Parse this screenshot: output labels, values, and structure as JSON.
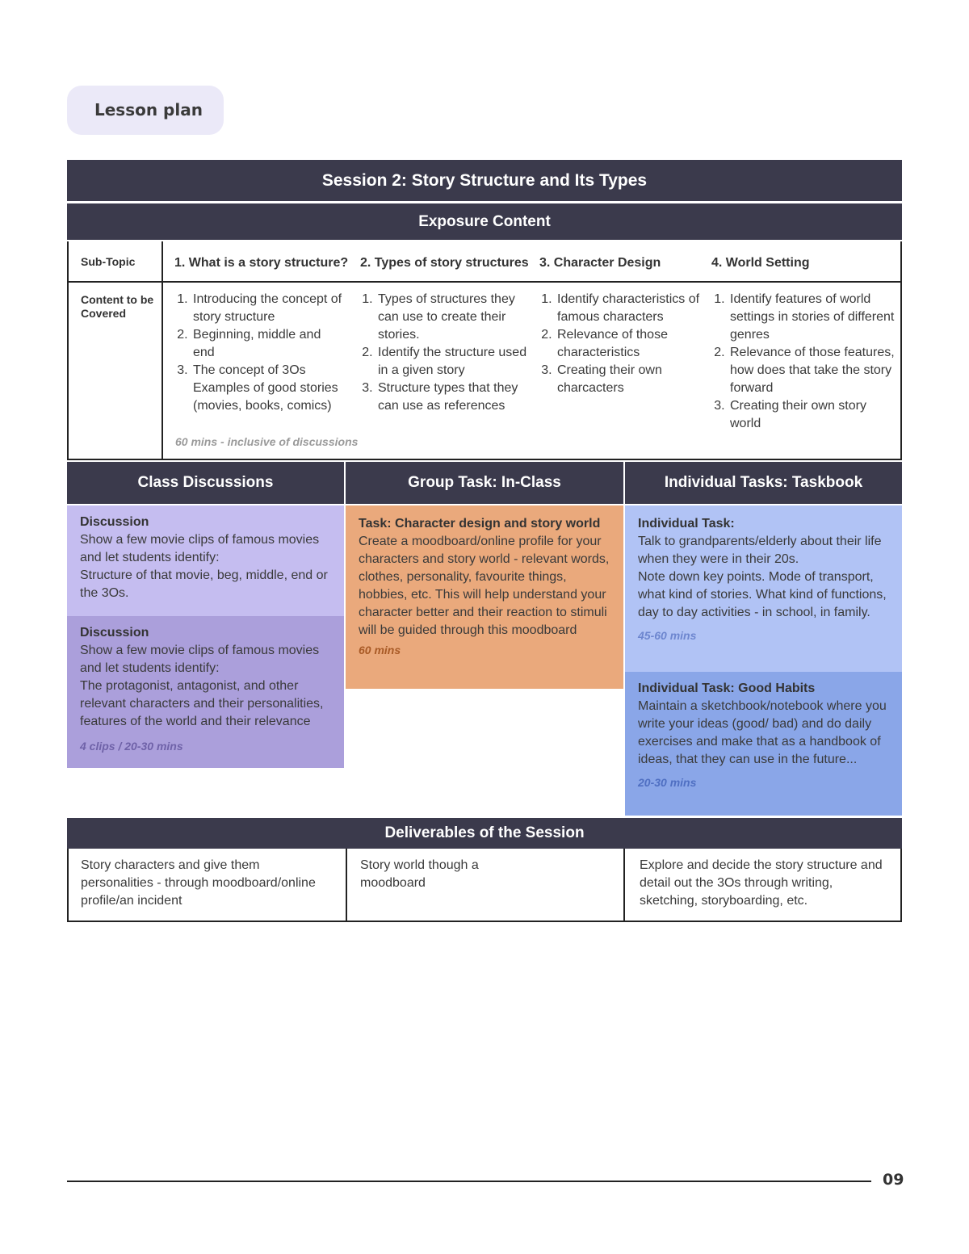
{
  "header": {
    "badge": "Lesson plan"
  },
  "session": {
    "title": "Session 2: Story Structure and Its Types"
  },
  "exposure": {
    "title": "Exposure Content",
    "subtopic_label": "Sub-Topic",
    "content_label": "Content to be Covered",
    "subtopics": [
      {
        "title": "1. What is a story structure?",
        "items": [
          "Introducing the concept of story structure",
          "Beginning, middle and end",
          "The concept of 3Os Examples of good stories (movies, books, comics)"
        ]
      },
      {
        "title": "2. Types of story structures",
        "items": [
          "Types of structures they can use to create their stories.",
          "Identify the structure used in a given story",
          "Structure types that they can use as references"
        ]
      },
      {
        "title": "3. Character Design",
        "items": [
          "Identify characteristics of famous characters",
          "Relevance of those characteristics",
          "Creating their own charcacters"
        ]
      },
      {
        "title": "4. World Setting",
        "items": [
          "Identify features of world settings in stories of different genres",
          "Relevance of those features, how does that take the story forward",
          "Creating their own story world"
        ]
      }
    ],
    "note": "60 mins - inclusive of discussions"
  },
  "columns": {
    "class_discussions": {
      "title": "Class Discussions",
      "boxes": [
        {
          "title": "Discussion",
          "body": "Show a few movie clips of famous movies and let students identify:",
          "body2": "Structure of that movie, beg, middle, end or the 3Os.",
          "note": ""
        },
        {
          "title": "Discussion",
          "body": "Show a few movie clips of famous movies and let students identify:",
          "body2": "The protagonist, antagonist, and other relevant characters and their personalities, features of the world and their relevance",
          "note": "4 clips / 20-30 mins"
        }
      ]
    },
    "group_task": {
      "title": "Group Task: In-Class",
      "box": {
        "title": "Task: Character design and story world",
        "body": "Create a moodboard/online profile for your characters and story world - relevant words, clothes, personality, favourite things, hobbies, etc. This will help understand your character better and their reaction to stimuli will be guided through this moodboard",
        "note": "60 mins"
      }
    },
    "individual_tasks": {
      "title": "Individual Tasks: Taskbook",
      "boxes": [
        {
          "title": "Individual Task:",
          "body": "Talk to grandparents/elderly about their life when they were in their 20s.",
          "body2": "Note down key points. Mode of transport, what kind of stories. What kind of functions, day to day activities - in school, in family.",
          "note": "45-60 mins"
        },
        {
          "title": "Individual Task: Good Habits",
          "body": "Maintain a sketchbook/notebook where you write your ideas (good/ bad) and do daily exercises and make that as a handbook of ideas, that they can use in the future...",
          "note": "20-30 mins"
        }
      ]
    }
  },
  "deliverables": {
    "title": "Deliverables of the Session",
    "items": [
      "Story characters and give them personalities - through moodboard/online profile/an incident",
      "Story world though a moodboard",
      "Explore and decide the story structure and detail out the 3Os through writing, sketching, storyboarding, etc."
    ]
  },
  "footer": {
    "page_number": "09"
  },
  "colors": {
    "dark_bar": "#3b3a4c",
    "purple_light": "#c5bdf0",
    "purple_mid": "#ab9fdb",
    "orange": "#eaa97c",
    "blue_light": "#b1c3f5",
    "blue_mid": "#8aa6e8"
  }
}
